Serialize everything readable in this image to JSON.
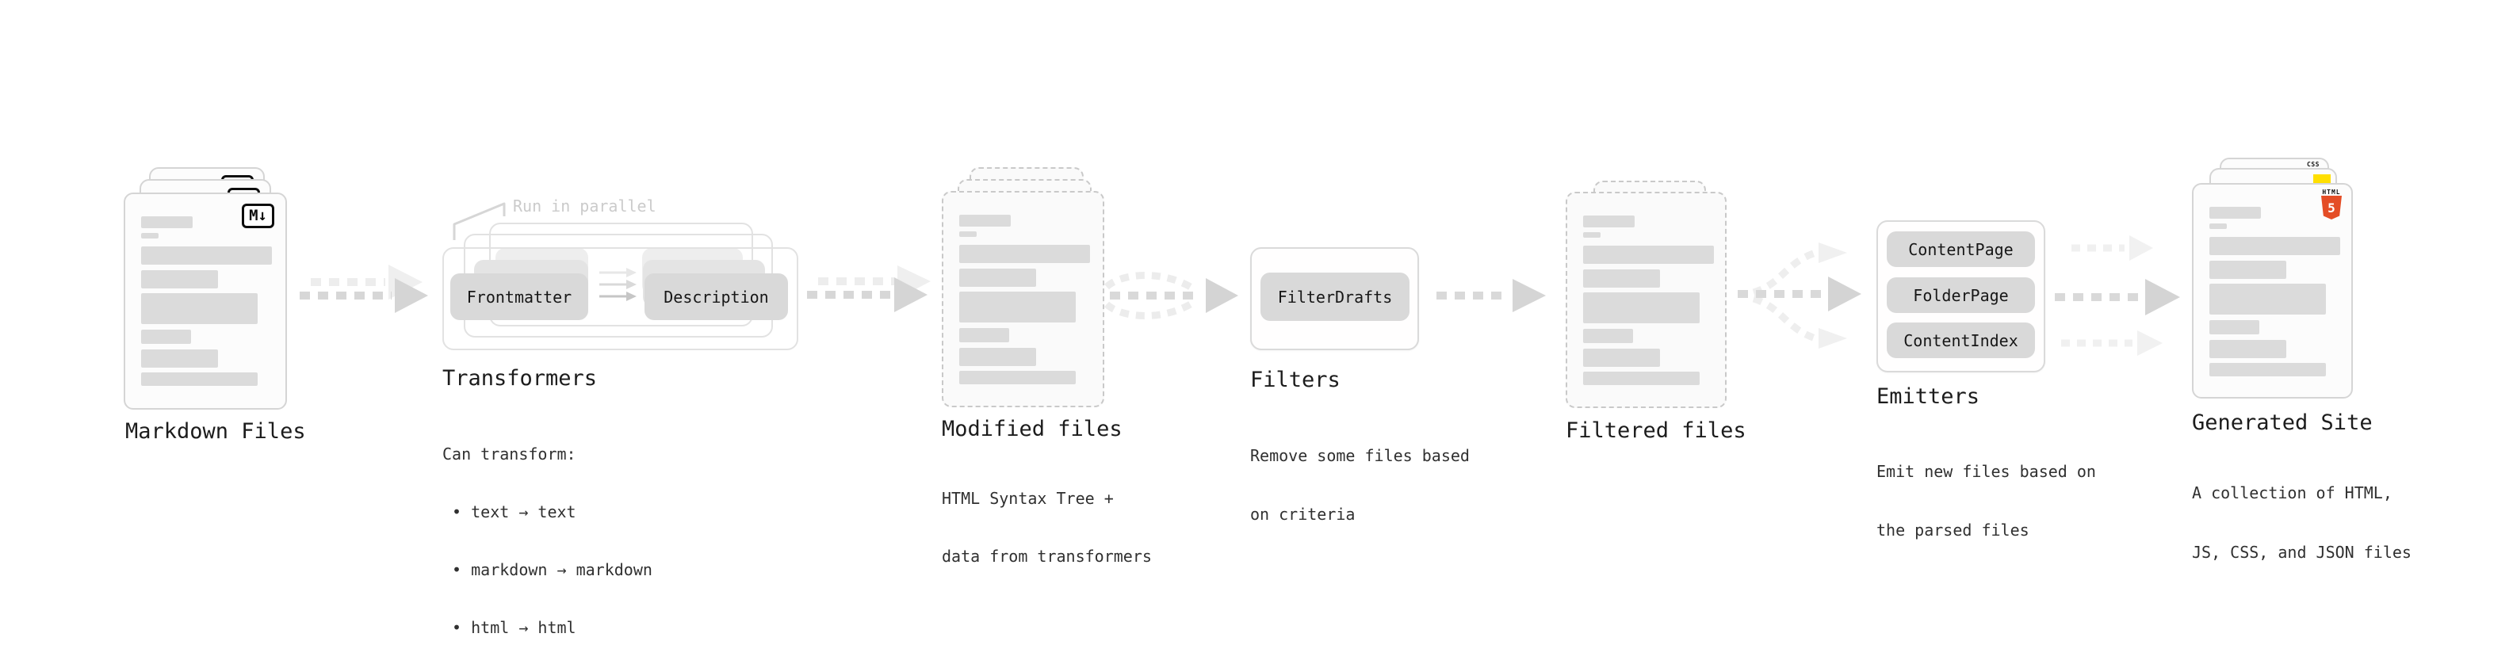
{
  "stages": {
    "markdown": {
      "label": "Markdown Files",
      "badge": "M↓"
    },
    "transformers": {
      "label": "Transformers",
      "annotation": "Run in parallel",
      "pills": [
        "Frontmatter",
        "Description"
      ],
      "note_lines": [
        "Can transform:",
        " • text → text",
        " • markdown → markdown",
        " • html → html"
      ]
    },
    "modified": {
      "label": "Modified files",
      "note_lines": [
        "HTML Syntax Tree +",
        "data from transformers"
      ]
    },
    "filters": {
      "label": "Filters",
      "pills": [
        "FilterDrafts"
      ],
      "note_lines": [
        "Remove some files based",
        "on criteria"
      ]
    },
    "filtered": {
      "label": "Filtered files"
    },
    "emitters": {
      "label": "Emitters",
      "pills": [
        "ContentPage",
        "FolderPage",
        "ContentIndex"
      ],
      "note_lines": [
        "Emit new files based on",
        "the parsed files"
      ]
    },
    "generated": {
      "label": "Generated Site",
      "badges": {
        "css": "CSS",
        "html_top": "HTML",
        "html_num": "5"
      },
      "note_lines": [
        "A collection of HTML,",
        "JS, CSS, and JSON files"
      ]
    }
  },
  "colors": {
    "html5_orange": "#e44d26",
    "js_yellow": "#ffdf00",
    "css_blue": "#2965f1",
    "pill_gray": "#d9d9d9",
    "arrow_gray": "#d9d9d9",
    "arrow_light": "#eeeeee",
    "text_dark": "#1c1c1c",
    "annotation_gray": "#cbcbcb"
  }
}
